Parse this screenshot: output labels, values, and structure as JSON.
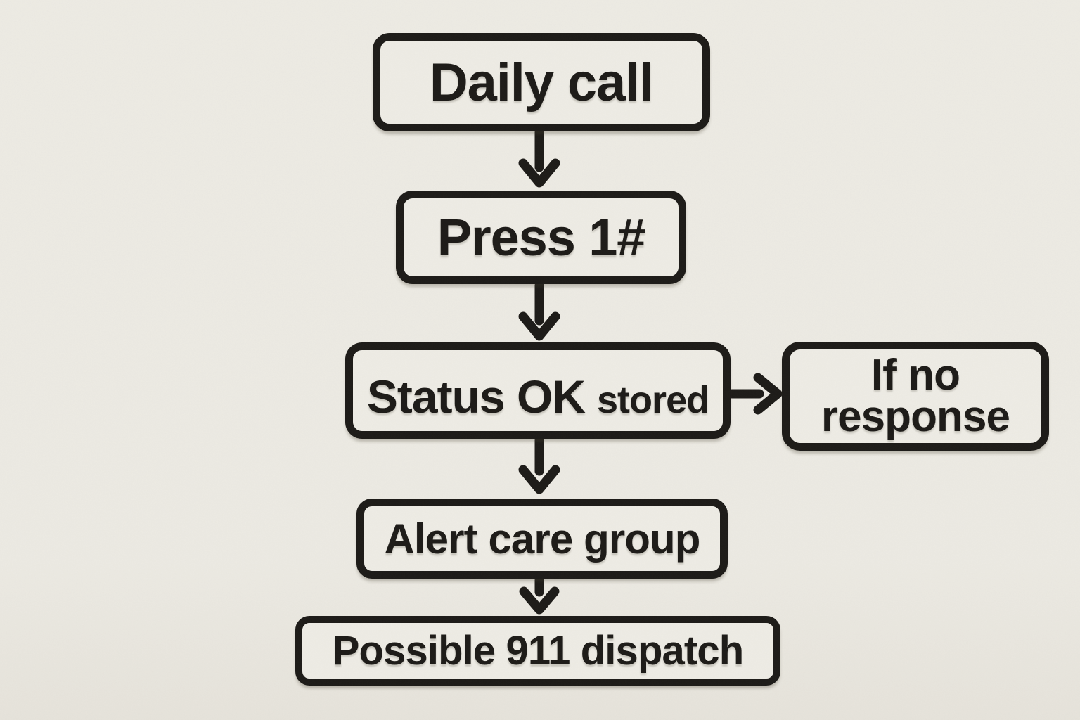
{
  "page": {
    "paper_color": "#edebe4",
    "ink_color": "#1c1a17"
  },
  "flowchart": {
    "nodes": [
      {
        "id": "daily-call",
        "label": "Daily call"
      },
      {
        "id": "press-1",
        "label": "Press 1#"
      },
      {
        "id": "status-ok-stored",
        "label": "Status OK",
        "suffix": "stored"
      },
      {
        "id": "if-no-response",
        "line1": "If no",
        "line2": "response"
      },
      {
        "id": "alert-care-group",
        "label": "Alert care group"
      },
      {
        "id": "possible-911-dispatch",
        "label": "Possible 911 dispatch"
      }
    ],
    "edges": [
      {
        "from": "daily-call",
        "to": "press-1",
        "direction": "down"
      },
      {
        "from": "press-1",
        "to": "status-ok-stored",
        "direction": "down"
      },
      {
        "from": "status-ok-stored",
        "to": "if-no-response",
        "direction": "right"
      },
      {
        "from": "status-ok-stored",
        "to": "alert-care-group",
        "direction": "down"
      },
      {
        "from": "alert-care-group",
        "to": "possible-911-dispatch",
        "direction": "down"
      }
    ]
  }
}
